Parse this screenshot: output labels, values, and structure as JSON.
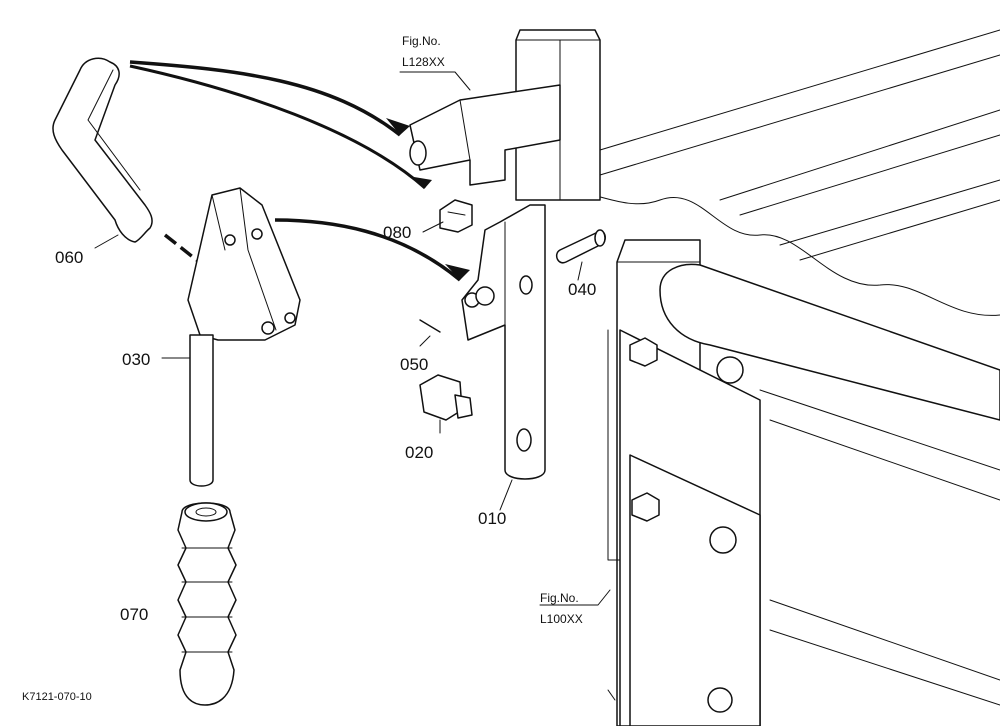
{
  "figure_code": "K7121-070-10",
  "references": [
    {
      "id": "ref-l128",
      "line1": "Fig.No.",
      "line2": "L128XX"
    },
    {
      "id": "ref-l100",
      "line1": "Fig.No.",
      "line2": "L100XX"
    }
  ],
  "parts": {
    "p060": "060",
    "p030": "030",
    "p070": "070",
    "p080": "080",
    "p040": "040",
    "p050": "050",
    "p020": "020",
    "p010": "010"
  }
}
